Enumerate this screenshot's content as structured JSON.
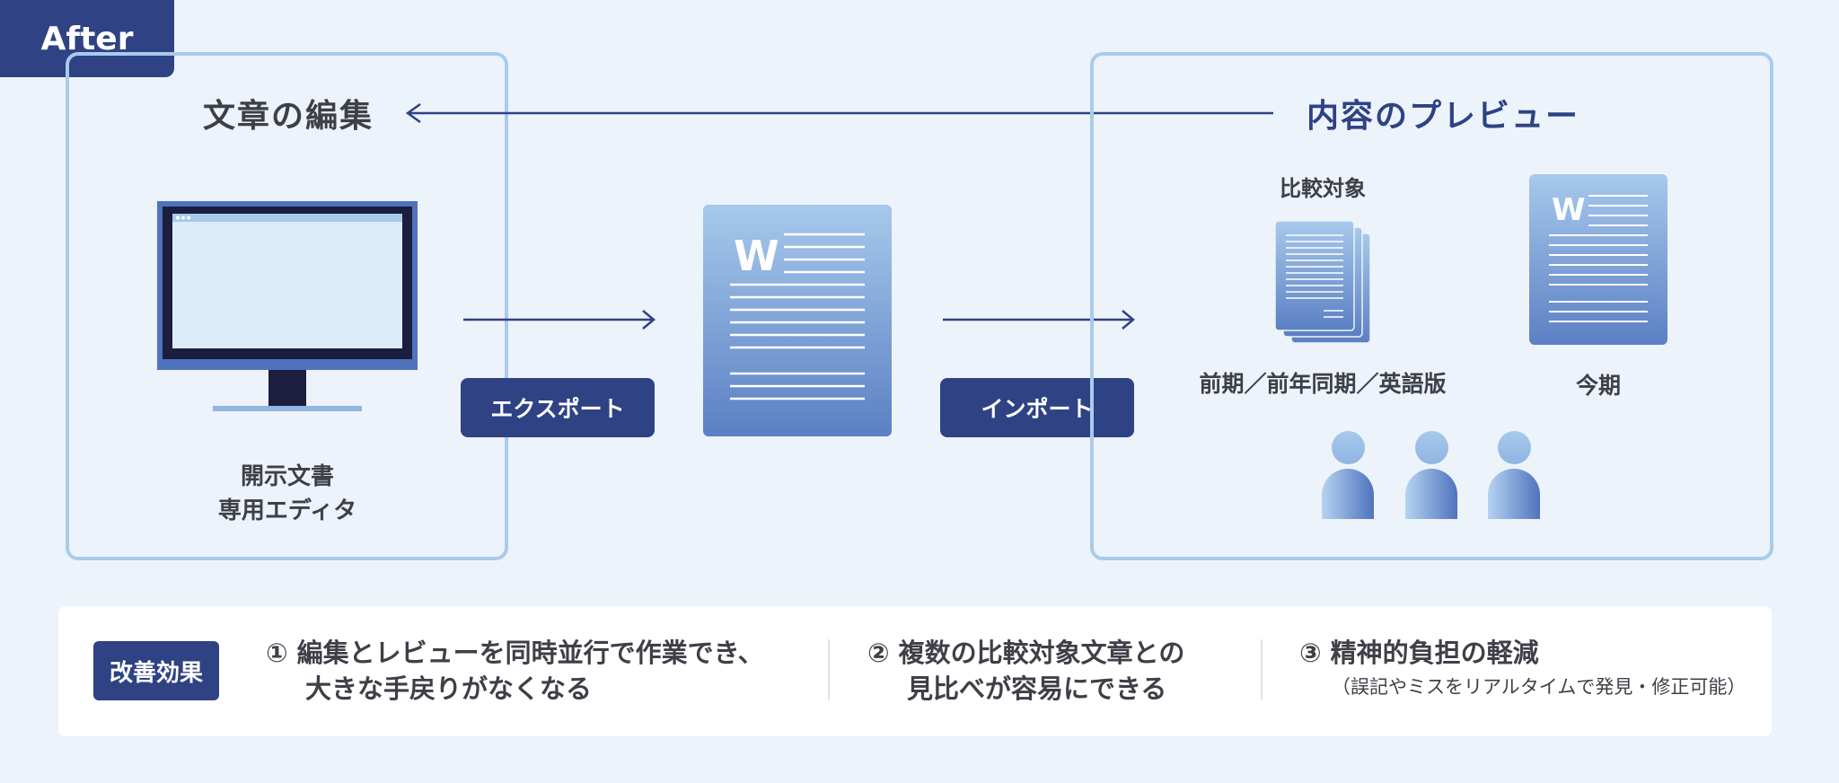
{
  "tag": "After",
  "left_panel": {
    "title": "文章の編集",
    "caption_line1": "開示文書",
    "caption_line2": "専用エディタ"
  },
  "export_label": "エクスポート",
  "import_label": "インポート",
  "doc_letter": "W",
  "right_panel": {
    "title": "内容のプレビュー",
    "compare_label": "比較対象",
    "compare_caption": "前期／前年同期／英語版",
    "current_caption": "今期"
  },
  "effects": {
    "badge": "改善効果",
    "items": [
      {
        "num": "①",
        "line1": "編集とレビューを同時並行で作業でき、",
        "line2": "大きな手戻りがなくなる"
      },
      {
        "num": "②",
        "line1": "複数の比較対象文章との",
        "line2": "見比べが容易にできる"
      },
      {
        "num": "③",
        "line1": "精神的負担の軽減",
        "sub": "（誤記やミスをリアルタイムで発見・修正可能）"
      }
    ]
  },
  "colors": {
    "navy": "#2e4284",
    "panel_border": "#a9cbec",
    "background": "#edf3fa"
  }
}
